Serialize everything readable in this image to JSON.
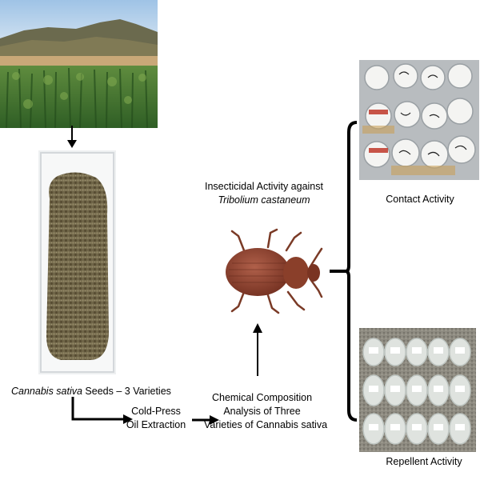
{
  "seeds": {
    "species": "Cannabis sativa",
    "suffix": " Seeds – 3 Varieties"
  },
  "extraction": {
    "line1": "Cold-Press",
    "line2": "Oil Extraction"
  },
  "composition": {
    "line1": "Chemical Composition",
    "line2": "Analysis of Three",
    "line3": "Varieties of Cannabis sativa"
  },
  "insecticidal": {
    "line1": "Insecticidal Activity against",
    "species": "Tribolium castaneum"
  },
  "contact": {
    "label": "Contact Activity"
  },
  "repellent": {
    "label": "Repellent Activity"
  },
  "colors": {
    "sky": "#b9d3ea",
    "field_green": "#3f7a34",
    "seed_brown": "#6f6548",
    "beetle": "#8a3f2a",
    "arrow": "#000000"
  }
}
